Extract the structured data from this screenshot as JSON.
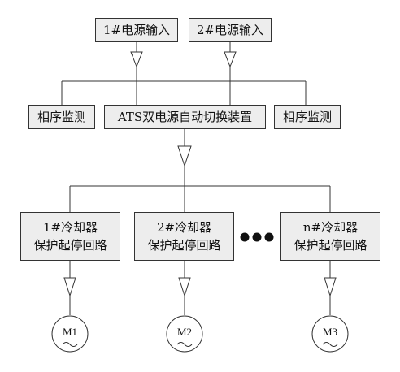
{
  "inputs": {
    "power_1": "1#电源输入",
    "power_2": "2#电源输入"
  },
  "monitor": {
    "left": "相序监测",
    "right": "相序监测"
  },
  "ats": "ATS双电源自动切换装置",
  "coolers": [
    {
      "line1": "1#冷却器",
      "line2": "保护起停回路"
    },
    {
      "line1": "2#冷却器",
      "line2": "保护起停回路"
    },
    {
      "line1": "n#冷却器",
      "line2": "保护起停回路"
    }
  ],
  "motors": [
    "M1",
    "M2",
    "M3"
  ],
  "ellipsis_icon": "three-dots"
}
